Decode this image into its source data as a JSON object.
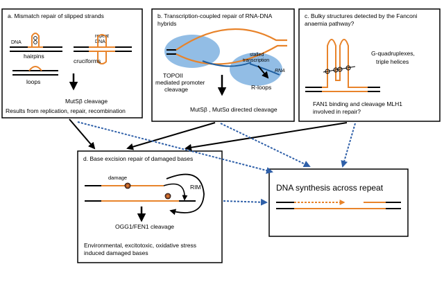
{
  "panel_a": {
    "title": "a. Mismatch repair of slipped strands",
    "dna": "DNA",
    "hairpins": "hairpins",
    "repeat_dna_1": "repeat",
    "repeat_dna_2": "DNA",
    "cruciforms": "cruciforms",
    "loops": "loops",
    "cleavage": "MutSβ cleavage",
    "results": "Results from replication, repair, recombination"
  },
  "panel_b": {
    "title_1": "b. Transcription-coupled repair of RNA-DNA",
    "title_2": "hybrids",
    "stalled_1": "stalled",
    "stalled_2": "transcription",
    "rna": "RNA",
    "topoii_1": "TOPOII",
    "topoii_2": "mediated promoter",
    "topoii_3": "cleavage",
    "rloops": "R-loops",
    "cleavage": "MutSβ , MutSα directed cleavage"
  },
  "panel_c": {
    "title_1": "c. Bulky structures detected by the Fanconi",
    "title_2": "anaemia pathway?",
    "gquad_1": "G-quadruplexes,",
    "gquad_2": "triple helices",
    "fan1_1": "FAN1 binding and cleavage MLH1",
    "fan1_2": "involved in repair?"
  },
  "panel_d": {
    "title": "d. Base excision repair of damaged bases",
    "damage": "damage",
    "rim": "RIM",
    "cleavage": "OGG1/FEN1 cleavage",
    "env_1": "Environmental, excitotoxic, oxidative stress",
    "env_2": "induced damaged bases"
  },
  "panel_e": {
    "title": "DNA synthesis across repeat"
  },
  "colors": {
    "orange": "#e8832a",
    "blue_blob": "#7fb2e0",
    "dotted_arrow": "#2e5fa8",
    "damage_mark": "#a0522d"
  }
}
